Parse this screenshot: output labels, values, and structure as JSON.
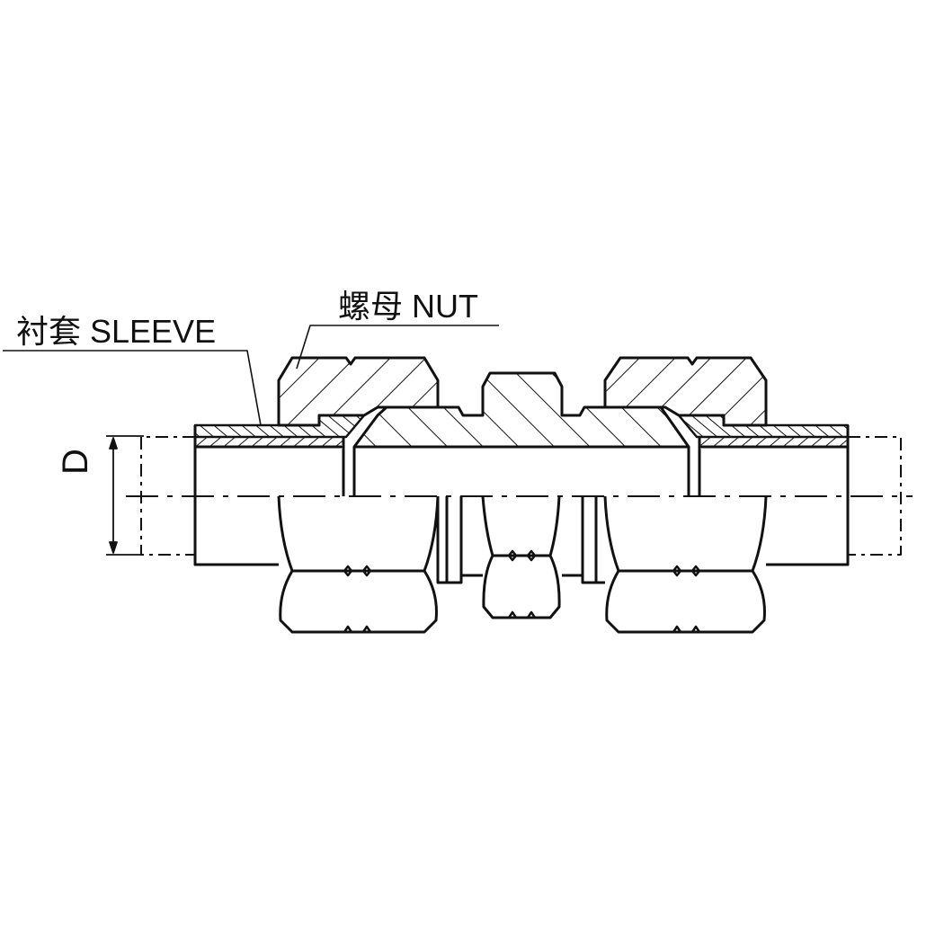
{
  "labels": {
    "sleeve": "衬套 SLEEVE",
    "nut": "螺母 NUT",
    "dimension": "D"
  },
  "colors": {
    "line": "#111111",
    "background": "#ffffff"
  }
}
